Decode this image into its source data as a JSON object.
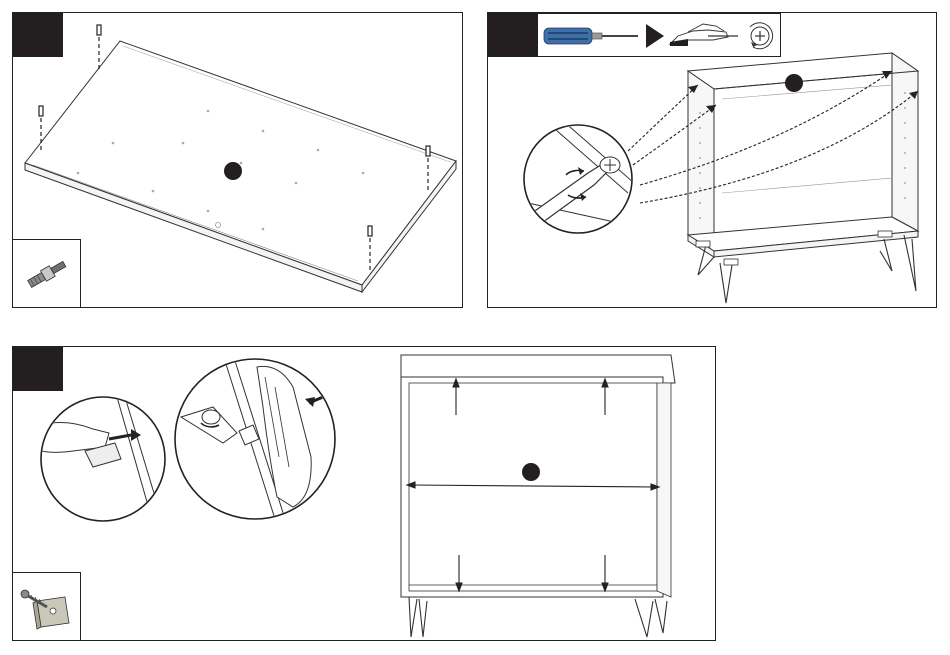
{
  "panels": [
    {
      "id": "step-top-left",
      "step_label": "",
      "part": "cam-bolt-dowel"
    },
    {
      "id": "step-top-right",
      "step_label": "",
      "tool": "phillips-screwdriver"
    },
    {
      "id": "step-bottom",
      "step_label": "",
      "part": "shelf-support-clip"
    }
  ],
  "colors": {
    "badge": "#231f20",
    "line": "#333333",
    "screwdriver_handle": "#3e6fa8",
    "fill_light": "#f4f4f4"
  }
}
